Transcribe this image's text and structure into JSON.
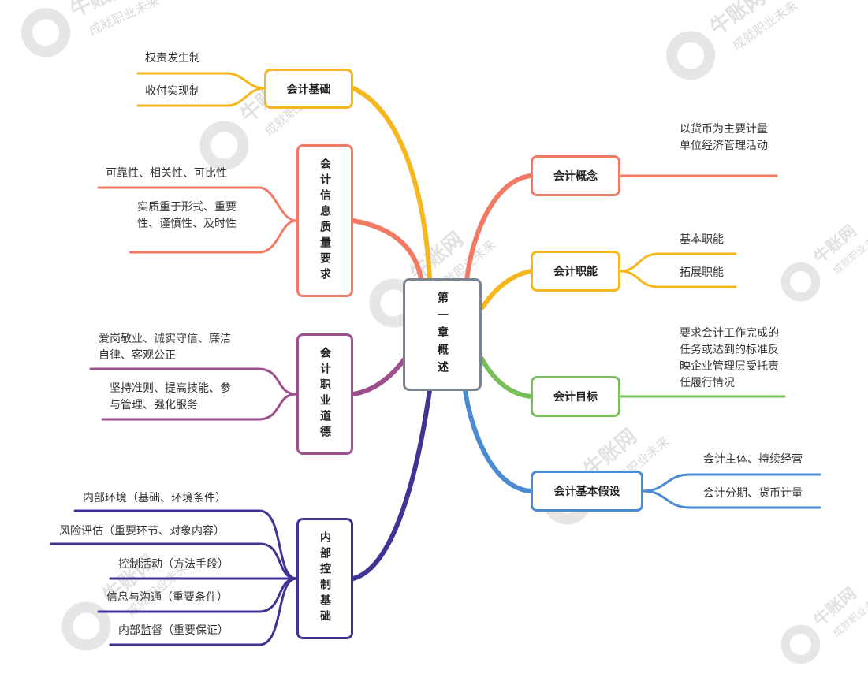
{
  "root": {
    "label": "第一章概述"
  },
  "colors": {
    "basis": "#f6b71e",
    "quality": "#f27a65",
    "ethics": "#9c4f8c",
    "control": "#3f3393",
    "concept": "#f27a65",
    "function": "#f6b71e",
    "goal": "#7ac05a",
    "assumption": "#4a8bd3",
    "watermark": "#c8c8c8"
  },
  "branches": {
    "basis": {
      "title": "会计基础",
      "items": [
        "权责发生制",
        "收付实现制"
      ]
    },
    "quality": {
      "title": "会计信息质量要求",
      "items": [
        "可靠性、相关性、可比性",
        "实质重于形式、重要性、谨慎性、及时性"
      ]
    },
    "ethics": {
      "title": "会计职业道德",
      "items": [
        "爱岗敬业、诚实守信、廉洁自律、客观公正",
        "坚持准则、提高技能、参与管理、强化服务"
      ]
    },
    "control": {
      "title": "内部控制基础",
      "items": [
        "内部环境（基础、环境条件）",
        "风险评估（重要环节、对象内容）",
        "控制活动（方法手段）",
        "信息与沟通（重要条件）",
        "内部监督（重要保证）"
      ]
    },
    "concept": {
      "title": "会计概念",
      "items": [
        "以货币为主要计量单位经济管理活动"
      ]
    },
    "function": {
      "title": "会计职能",
      "items": [
        "基本职能",
        "拓展职能"
      ]
    },
    "goal": {
      "title": "会计目标",
      "items": [
        "要求会计工作完成的任务或达到的标准反映企业管理层受托责任履行情况"
      ]
    },
    "assumption": {
      "title": "会计基本假设",
      "items": [
        "会计主体、持续经营",
        "会计分期、货币计量"
      ]
    }
  },
  "watermark": {
    "brand": "牛账网",
    "slogan": "成就职业未来"
  }
}
